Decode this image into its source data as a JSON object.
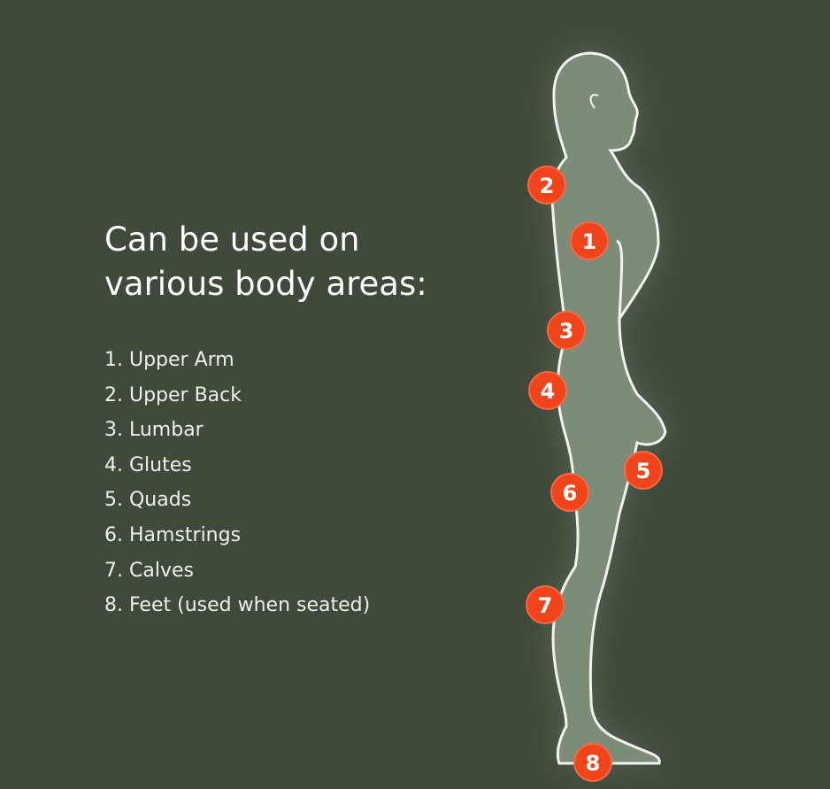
{
  "heading": {
    "line1": "Can be used on",
    "line2": "various body areas:"
  },
  "areas": [
    "1. Upper Arm",
    "2. Upper Back",
    "3. Lumbar",
    "4. Glutes",
    "5. Quads",
    "6. Hamstrings",
    "7. Calves",
    "8. Feet (used when seated)"
  ],
  "markers": [
    "1",
    "2",
    "3",
    "4",
    "5",
    "6",
    "7",
    "8"
  ],
  "colors": {
    "background": "#3f4a3b",
    "marker": "#f0441c",
    "figure": "#7d8c78"
  }
}
